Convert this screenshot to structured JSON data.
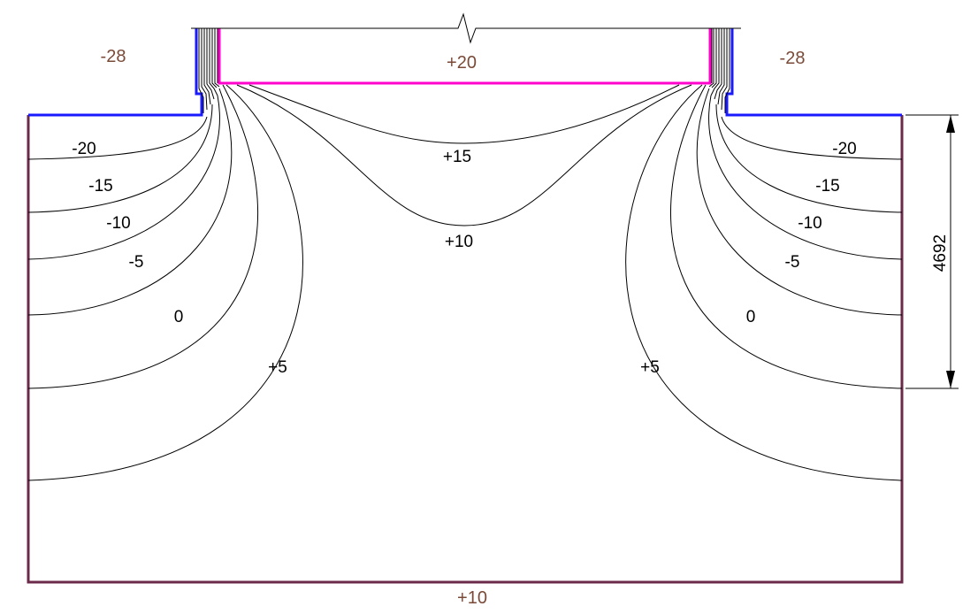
{
  "boundary_temperatures": {
    "outside_left": "-28",
    "outside_right": "-28",
    "indoor": "+20",
    "ground_bottom": "+10"
  },
  "dimension": {
    "depth_label": "4692"
  },
  "isotherm_labels": {
    "left": [
      "-20",
      "-15",
      "-10",
      "-5",
      "0",
      "+5"
    ],
    "right": [
      "-20",
      "-15",
      "-10",
      "-5",
      "0",
      "+5"
    ],
    "center": [
      "+15",
      "+10"
    ]
  },
  "colors": {
    "cold_surface": "#1a1aff",
    "warm_surface": "#ff00cc",
    "ground_boundary": "#6b2a4a",
    "isotherm": "#000000",
    "label_brown": "#7a4a38"
  }
}
